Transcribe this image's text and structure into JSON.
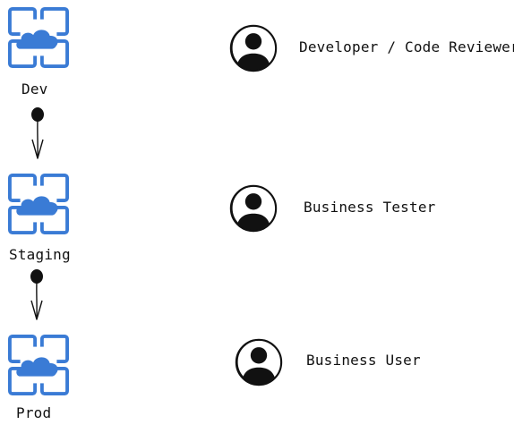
{
  "colors": {
    "azure_blue": "#3a7bd5",
    "ink": "#111111",
    "background": "#ffffff"
  },
  "environments": [
    {
      "label": "Dev",
      "icon": "azure-cloud-icon"
    },
    {
      "label": "Staging",
      "icon": "azure-cloud-icon"
    },
    {
      "label": "Prod",
      "icon": "azure-cloud-icon"
    }
  ],
  "roles": [
    {
      "label": "Developer / Code Reviewer",
      "icon": "user-avatar-icon"
    },
    {
      "label": "Business Tester",
      "icon": "user-avatar-icon"
    },
    {
      "label": "Business User",
      "icon": "user-avatar-icon"
    }
  ],
  "connectors": [
    {
      "from": "Dev",
      "to": "Staging",
      "icon": "down-arrow-icon"
    },
    {
      "from": "Staging",
      "to": "Prod",
      "icon": "down-arrow-icon"
    }
  ]
}
